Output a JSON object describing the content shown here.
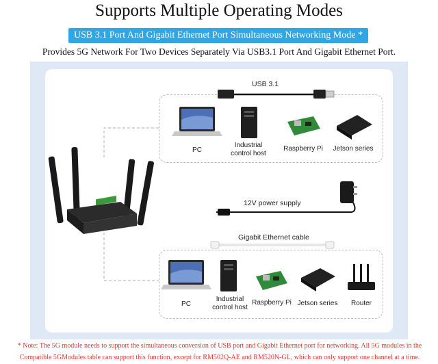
{
  "title": "Supports Multiple Operating Modes",
  "banner": "USB 3.1 Port And Gigabit Ethernet Port Simultaneous Networking Mode *",
  "subtitle": "Provides 5G Network For Two Devices Separately Via USB3.1 Port And Gigabit Ethernet Port.",
  "cables": {
    "usb": "USB 3.1",
    "power": "12V power supply",
    "ethernet": "Gigabit Ethernet cable"
  },
  "usb_devices": [
    "PC",
    "Industrial control host",
    "Raspberry Pi",
    "Jetson series"
  ],
  "eth_devices": [
    "PC",
    "Industrial control host",
    "Raspberry Pi",
    "Jetson series",
    "Router"
  ],
  "note": "* Note: The 5G module needs to support the simultaneous conversion of USB port and Gigabit Ethernet port for networking. All 5G modules in the Compatible 5GModules table can support this function, except for RM502Q-AE and RM520N-GL, which can only support one channel at a time.",
  "colors": {
    "banner": "#2fa6e6",
    "panel": "#dfe9f5",
    "note": "#e2352e"
  }
}
